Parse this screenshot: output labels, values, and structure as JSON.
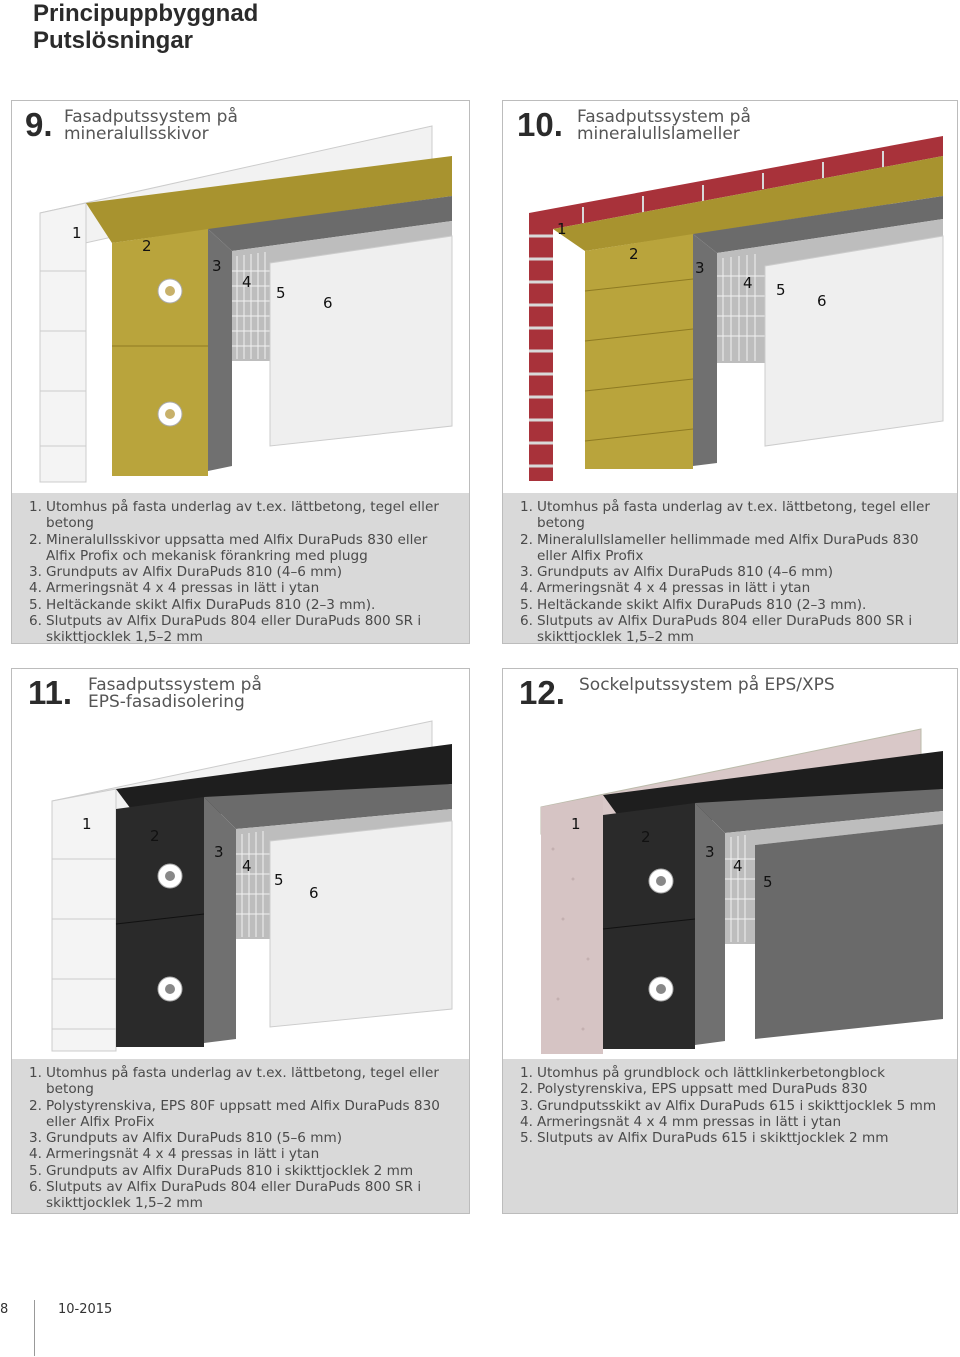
{
  "header": {
    "title_line1": "Principuppbyggnad",
    "title_line2": "Putslösningar"
  },
  "panels": [
    {
      "number": "9.",
      "subtitle": [
        "Fasadputssystem på",
        "mineralullsskivor"
      ],
      "labels": [
        "1",
        "2",
        "3",
        "4",
        "5",
        "6"
      ],
      "items": [
        {
          "n": "1.",
          "text": "Utomhus på fasta underlag av t.ex. lättbetong, tegel eller betong"
        },
        {
          "n": "2.",
          "text": "Mineralullsskivor uppsatta med Alfix DuraPuds 830 eller Alfix Profix och mekanisk förankring med plugg"
        },
        {
          "n": "3.",
          "text": "Grundputs av Alfix DuraPuds 810 (4–6 mm)"
        },
        {
          "n": "4.",
          "text": "Armeringsnät 4 x 4 pressas in lätt i ytan"
        },
        {
          "n": "5.",
          "text": "Heltäckande skikt Alfix DuraPuds 810 (2–3 mm)."
        },
        {
          "n": "6.",
          "text": "Slutputs av Alfix DuraPuds 804 eller DuraPuds 800 SR i skikttjocklek 1,5–2 mm"
        }
      ]
    },
    {
      "number": "10.",
      "subtitle": [
        "Fasadputssystem på",
        "mineralullslameller"
      ],
      "labels": [
        "1",
        "2",
        "3",
        "4",
        "5",
        "6"
      ],
      "items": [
        {
          "n": "1.",
          "text": "Utomhus på fasta underlag av t.ex. lättbetong, tegel eller betong"
        },
        {
          "n": "2.",
          "text": "Mineralullslameller hellimmade med Alfix DuraPuds 830 eller Alfix Profix"
        },
        {
          "n": "3.",
          "text": "Grundputs av Alfix DuraPuds 810 (4–6 mm)"
        },
        {
          "n": "4.",
          "text": "Armeringsnät 4 x 4 pressas in lätt i ytan"
        },
        {
          "n": "5.",
          "text": "Heltäckande skikt Alfix DuraPuds 810 (2–3 mm)."
        },
        {
          "n": "6.",
          "text": "Slutputs av Alfix DuraPuds 804 eller DuraPuds 800 SR i skikttjocklek 1,5–2 mm"
        }
      ]
    },
    {
      "number": "11.",
      "subtitle": [
        "Fasadputssystem på",
        "EPS-fasadisolering"
      ],
      "labels": [
        "1",
        "2",
        "3",
        "4",
        "5",
        "6"
      ],
      "items": [
        {
          "n": "1.",
          "text": "Utomhus på fasta underlag av t.ex. lättbetong, tegel eller betong"
        },
        {
          "n": "2.",
          "text": "Polystyrenskiva, EPS 80F uppsatt med Alfix DuraPuds 830 eller Alfix ProFix"
        },
        {
          "n": "3.",
          "text": "Grundputs av Alfix DuraPuds 810 (5–6 mm)"
        },
        {
          "n": "4.",
          "text": "Armeringsnät 4 x 4 pressas in lätt i ytan"
        },
        {
          "n": "5.",
          "text": "Grundputs av Alfix DuraPuds 810 i skikttjocklek 2 mm"
        },
        {
          "n": "6.",
          "text": "Slutputs av Alfix DuraPuds 804 eller DuraPuds 800 SR i skikttjocklek 1,5–2 mm"
        }
      ]
    },
    {
      "number": "12.",
      "subtitle": [
        "Sockelputssystem på EPS/XPS"
      ],
      "labels": [
        "1",
        "2",
        "3",
        "4",
        "5"
      ],
      "items": [
        {
          "n": "1.",
          "text": "Utomhus på grundblock och lättklinkerbetongblock"
        },
        {
          "n": "2.",
          "text": "Polystyrenskiva, EPS uppsatt med DuraPuds 830"
        },
        {
          "n": "3.",
          "text": "Grundputsskikt av Alfix DuraPuds 615 i skikttjocklek 5 mm"
        },
        {
          "n": "4.",
          "text": "Armeringsnät 4 x 4 mm pressas in lätt i ytan"
        },
        {
          "n": "5.",
          "text": "Slutputs av Alfix DuraPuds 615 i skikttjocklek 2 mm"
        }
      ]
    }
  ],
  "footer": {
    "page": "8",
    "date": "10-2015"
  },
  "colors": {
    "desc_bg": "#d9d9d9",
    "mineral_wool": "#b8a33c",
    "brick": "#a8323a",
    "base_coat": "#6e6e6e",
    "eps": "#2a2a2a",
    "finish": "#eeeeee"
  }
}
